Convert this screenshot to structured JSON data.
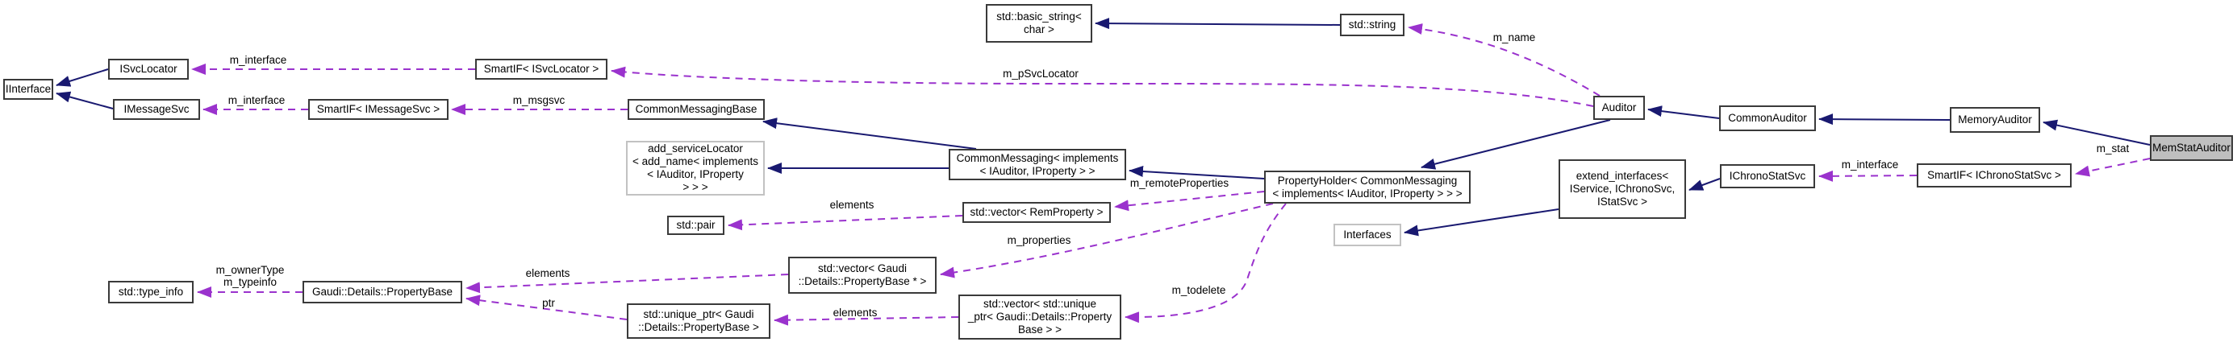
{
  "diagram": {
    "type": "class-collaboration-graph",
    "focus_node": "MemStatAuditor",
    "colors": {
      "inheritance_edge": "#191970",
      "usage_edge": "#9a32cd",
      "node_border": "#3a3a3a",
      "truncated_node_border": "#c2c2c2",
      "highlight_fill": "#bfbfbf",
      "background": "#ffffff"
    },
    "nodes": {
      "iinterface": {
        "label": "IInterface"
      },
      "isvclocator": {
        "label": "ISvcLocator"
      },
      "imessagesvc": {
        "label": "IMessageSvc"
      },
      "smartif_isvclocator": {
        "label": "SmartIF< ISvcLocator >"
      },
      "smartif_imessagesvc": {
        "label": "SmartIF< IMessageSvc >"
      },
      "commonmessagingbase": {
        "label": "CommonMessagingBase"
      },
      "std_basic_string": {
        "label": "std::basic_string<\nchar >"
      },
      "std_string": {
        "label": "std::string"
      },
      "add_servicelocator": {
        "label": "add_serviceLocator\n< add_name< implements\n< IAuditor, IProperty\n> > >"
      },
      "commonmessaging": {
        "label": "CommonMessaging< implements\n< IAuditor, IProperty > >"
      },
      "propertyholder": {
        "label": "PropertyHolder< CommonMessaging\n< implements< IAuditor, IProperty > > >"
      },
      "auditor": {
        "label": "Auditor"
      },
      "commonauditor": {
        "label": "CommonAuditor"
      },
      "memoryauditor": {
        "label": "MemoryAuditor"
      },
      "memstatauditor": {
        "label": "MemStatAuditor"
      },
      "ichronostatsvc": {
        "label": "IChronoStatSvc"
      },
      "smartif_ichronostatsvc": {
        "label": "SmartIF< IChronoStatSvc >"
      },
      "extend_interfaces": {
        "label": "extend_interfaces<\nIService, IChronoSvc,\nIStatSvc >"
      },
      "interfaces": {
        "label": "Interfaces"
      },
      "vector_remproperty": {
        "label": "std::vector< RemProperty >"
      },
      "std_pair": {
        "label": "std::pair"
      },
      "vector_propertybase_ptr": {
        "label": "std::vector< Gaudi\n::Details::PropertyBase * >"
      },
      "std_type_info": {
        "label": "std::type_info"
      },
      "gaudi_propertybase": {
        "label": "Gaudi::Details::PropertyBase"
      },
      "unique_ptr_propertybase": {
        "label": "std::unique_ptr< Gaudi\n::Details::PropertyBase >"
      },
      "vector_unique_ptr": {
        "label": "std::vector< std::unique\n_ptr< Gaudi::Details::Property\nBase > >"
      }
    },
    "edges": [
      {
        "from": "ISvcLocator",
        "to": "IInterface",
        "type": "inheritance",
        "label": ""
      },
      {
        "from": "IMessageSvc",
        "to": "IInterface",
        "type": "inheritance",
        "label": ""
      },
      {
        "from": "std::string",
        "to": "std::basic_string< char >",
        "type": "inheritance",
        "label": ""
      },
      {
        "from": "CommonAuditor",
        "to": "Auditor",
        "type": "inheritance",
        "label": ""
      },
      {
        "from": "MemoryAuditor",
        "to": "CommonAuditor",
        "type": "inheritance",
        "label": ""
      },
      {
        "from": "MemStatAuditor",
        "to": "MemoryAuditor",
        "type": "inheritance",
        "label": ""
      },
      {
        "from": "Auditor",
        "to": "PropertyHolder< CommonMessaging< implements< IAuditor, IProperty > > >",
        "type": "inheritance",
        "label": ""
      },
      {
        "from": "PropertyHolder< CommonMessaging< implements< IAuditor, IProperty > > >",
        "to": "CommonMessaging< implements< IAuditor, IProperty > >",
        "type": "inheritance",
        "label": ""
      },
      {
        "from": "CommonMessaging< implements< IAuditor, IProperty > >",
        "to": "CommonMessagingBase",
        "type": "inheritance",
        "label": ""
      },
      {
        "from": "CommonMessaging< implements< IAuditor, IProperty > >",
        "to": "add_serviceLocator< add_name< implements< IAuditor, IProperty > > >",
        "type": "inheritance",
        "label": ""
      },
      {
        "from": "IChronoStatSvc",
        "to": "extend_interfaces< IService, IChronoSvc, IStatSvc >",
        "type": "inheritance",
        "label": ""
      },
      {
        "from": "extend_interfaces< IService, IChronoSvc, IStatSvc >",
        "to": "Interfaces",
        "type": "inheritance",
        "label": ""
      },
      {
        "from": "SmartIF< ISvcLocator >",
        "to": "ISvcLocator",
        "type": "usage",
        "label": "m_interface"
      },
      {
        "from": "SmartIF< IMessageSvc >",
        "to": "IMessageSvc",
        "type": "usage",
        "label": "m_interface"
      },
      {
        "from": "CommonMessagingBase",
        "to": "SmartIF< IMessageSvc >",
        "type": "usage",
        "label": "m_msgsvc"
      },
      {
        "from": "Auditor",
        "to": "SmartIF< ISvcLocator >",
        "type": "usage",
        "label": "m_pSvcLocator"
      },
      {
        "from": "Auditor",
        "to": "std::string",
        "type": "usage",
        "label": "m_name"
      },
      {
        "from": "MemStatAuditor",
        "to": "SmartIF< IChronoStatSvc >",
        "type": "usage",
        "label": "m_stat"
      },
      {
        "from": "SmartIF< IChronoStatSvc >",
        "to": "IChronoStatSvc",
        "type": "usage",
        "label": "m_interface"
      },
      {
        "from": "PropertyHolder< CommonMessaging< implements< IAuditor, IProperty > > >",
        "to": "std::vector< RemProperty >",
        "type": "usage",
        "label": "m_remoteProperties"
      },
      {
        "from": "std::vector< RemProperty >",
        "to": "std::pair",
        "type": "usage",
        "label": "elements"
      },
      {
        "from": "PropertyHolder< CommonMessaging< implements< IAuditor, IProperty > > >",
        "to": "std::vector< Gaudi::Details::PropertyBase * >",
        "type": "usage",
        "label": "m_properties"
      },
      {
        "from": "PropertyHolder< CommonMessaging< implements< IAuditor, IProperty > > >",
        "to": "std::vector< std::unique_ptr< Gaudi::Details::PropertyBase > >",
        "type": "usage",
        "label": "m_todelete"
      },
      {
        "from": "std::vector< std::unique_ptr< Gaudi::Details::PropertyBase > >",
        "to": "std::unique_ptr< Gaudi::Details::PropertyBase >",
        "type": "usage",
        "label": "elements"
      },
      {
        "from": "std::vector< Gaudi::Details::PropertyBase * >",
        "to": "Gaudi::Details::PropertyBase",
        "type": "usage",
        "label": "elements"
      },
      {
        "from": "std::unique_ptr< Gaudi::Details::PropertyBase >",
        "to": "Gaudi::Details::PropertyBase",
        "type": "usage",
        "label": "ptr"
      },
      {
        "from": "Gaudi::Details::PropertyBase",
        "to": "std::type_info",
        "type": "usage",
        "label": "m_ownerType\nm_typeinfo"
      }
    ]
  }
}
